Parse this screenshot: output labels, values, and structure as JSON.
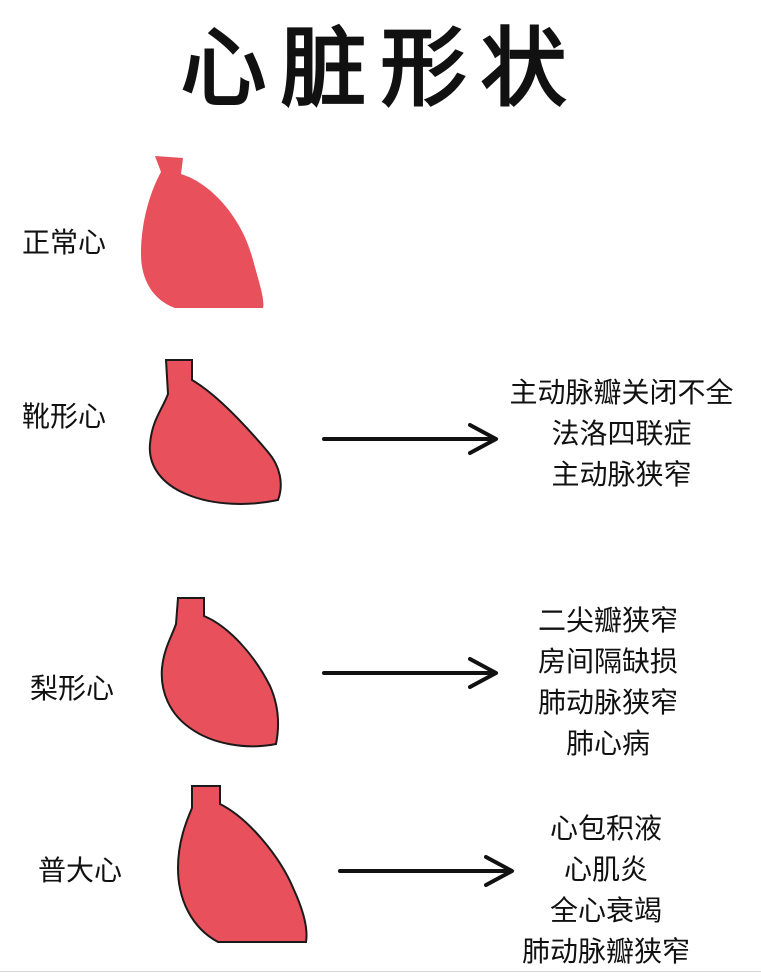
{
  "title": "心脏形状",
  "colors": {
    "heart_fill": "#e8505b",
    "heart_stroke": "#1a1a1a",
    "arrow": "#111111"
  },
  "shapes": [
    {
      "label": "正常心",
      "diseases": []
    },
    {
      "label": "靴形心",
      "diseases": [
        "主动脉瓣关闭不全",
        "法洛四联症",
        "主动脉狭窄"
      ]
    },
    {
      "label": "梨形心",
      "diseases": [
        "二尖瓣狭窄",
        "房间隔缺损",
        "肺动脉狭窄",
        "肺心病"
      ]
    },
    {
      "label": "普大心",
      "diseases": [
        "心包积液",
        "心肌炎",
        "全心衰竭",
        "肺动脉瓣狭窄"
      ]
    }
  ]
}
